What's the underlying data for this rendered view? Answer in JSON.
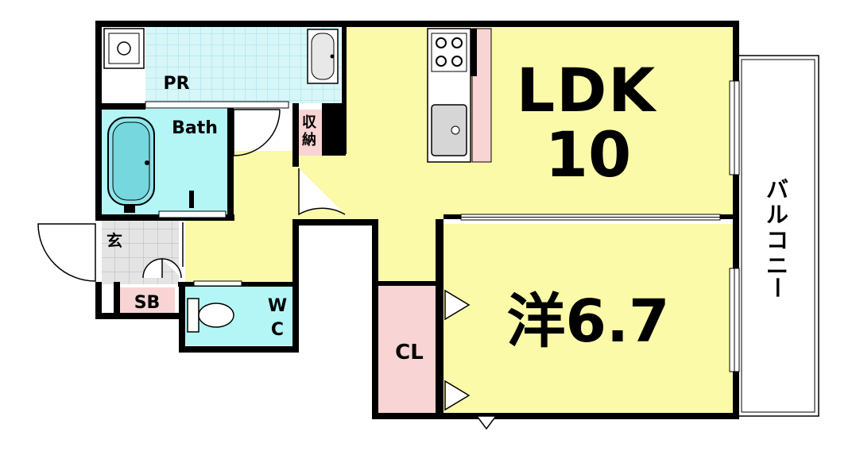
{
  "rooms": {
    "ldk_name": "LDK",
    "ldk_size": "10",
    "bedroom": "洋6.7",
    "closet": "CL",
    "powder_room": "PR",
    "bath": "Bath",
    "entrance": "玄",
    "shoe_box": "SB",
    "toilet_w": "W",
    "toilet_c": "C",
    "storage_1": "収",
    "storage_2": "納",
    "balcony": [
      "バ",
      "ル",
      "コ",
      "ニ",
      "ー"
    ]
  },
  "colors": {
    "ldk": "#fafaa8",
    "hall": "#fafaa8",
    "bedroom": "#fafaa8",
    "closet": "#f9d4d4",
    "storage": "#f9d4d4",
    "shoe_box": "#f9d4d4",
    "bath": "#b4f6f6",
    "toilet": "#b4f6f6",
    "pr_floor": "#d7f6f8",
    "entrance_floor": "#e2e2e2",
    "wall": "#000000"
  }
}
